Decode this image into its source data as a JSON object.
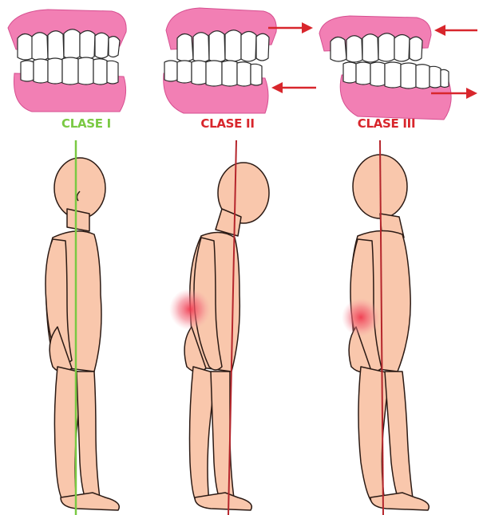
{
  "classes": [
    {
      "label": "CLASE I",
      "color": "#7ac943",
      "jaw": "normal",
      "posture": "upright"
    },
    {
      "label": "CLASE II",
      "color": "#d8262c",
      "jaw": "retrusive",
      "posture": "head-forward",
      "pain_spot": "lower-back"
    },
    {
      "label": "CLASE III",
      "color": "#d8262c",
      "jaw": "protrusive",
      "posture": "head-back",
      "pain_spot": "lower-back"
    }
  ],
  "colors": {
    "gum": "#f27fb4",
    "gum_dark": "#e0579a",
    "tooth": "#ffffff",
    "skin": "#f9c7ac",
    "skin_line": "#2b1a14",
    "arrow": "#d8262c",
    "pain": "#f04055"
  },
  "icons": {
    "arrows": [
      "arrow-left-icon",
      "arrow-right-icon"
    ]
  }
}
